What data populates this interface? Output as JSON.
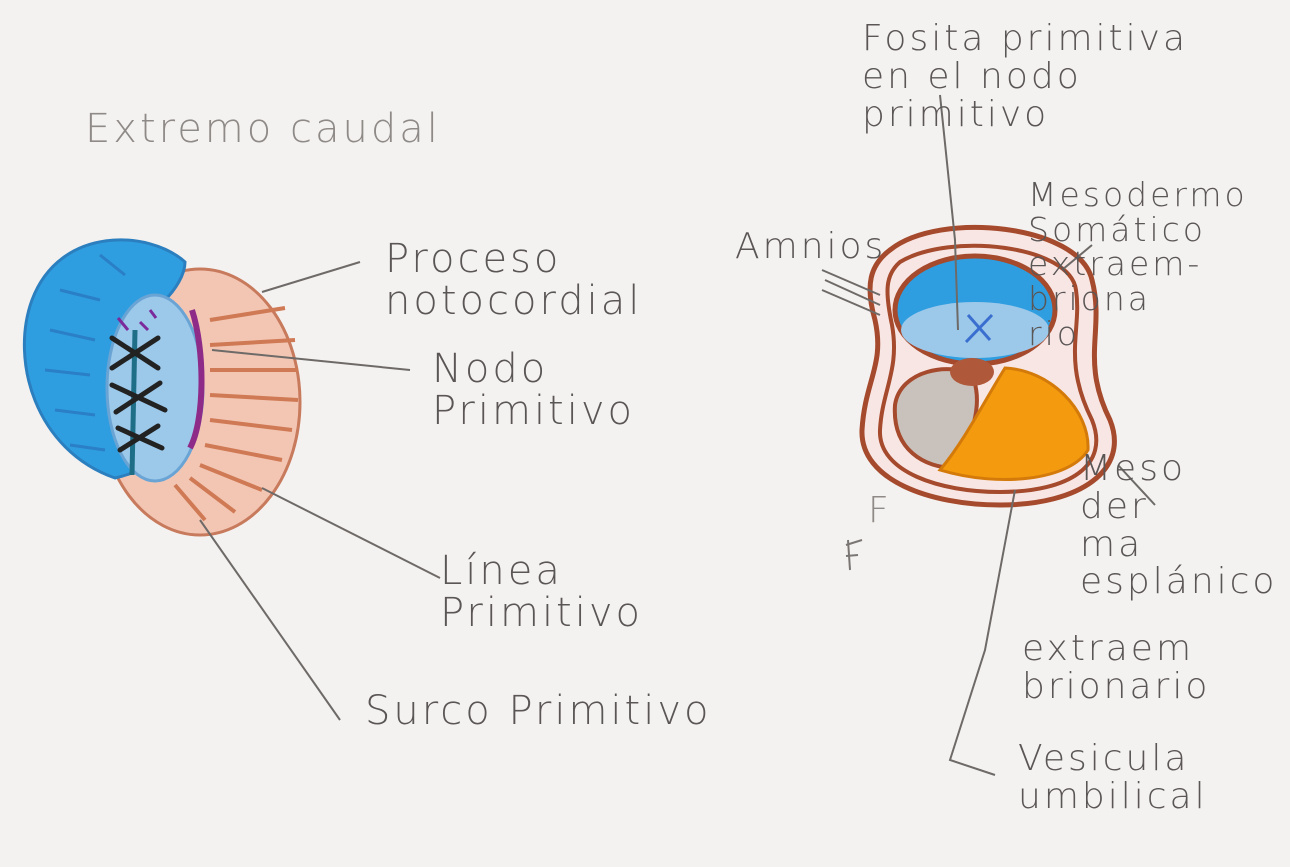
{
  "left_diagram": {
    "title": "Extremo caudal",
    "labels": {
      "proceso": "Proceso\nnotocordial",
      "nodo": "Nodo\nPrimitivo",
      "linea": "Línea\nPrimitivo",
      "surco": "Surco Primitivo"
    }
  },
  "right_diagram": {
    "labels": {
      "fosita": "Fosita primitiva\nen el nodo\nprimitivo",
      "amnios": "Amnios",
      "mesodermo_somatico": "Mesodermo\nSomático\nextraem-\nbriona\nrio",
      "mesodermo_esplacnico": "Meso\nder\nma\nesplánico",
      "extraembrionario": "extraem\nbrionario",
      "vesicula": "Vesicula\numbilical",
      "mark": "F"
    }
  },
  "colors": {
    "epiblast_blue": "#2f9ee0",
    "light_blue": "#9cc8ea",
    "yolk_orange": "#f39a0f",
    "outline_brown": "#a54a2c",
    "grey_fill": "#c9c2bc",
    "pencil": "#5a5656"
  }
}
